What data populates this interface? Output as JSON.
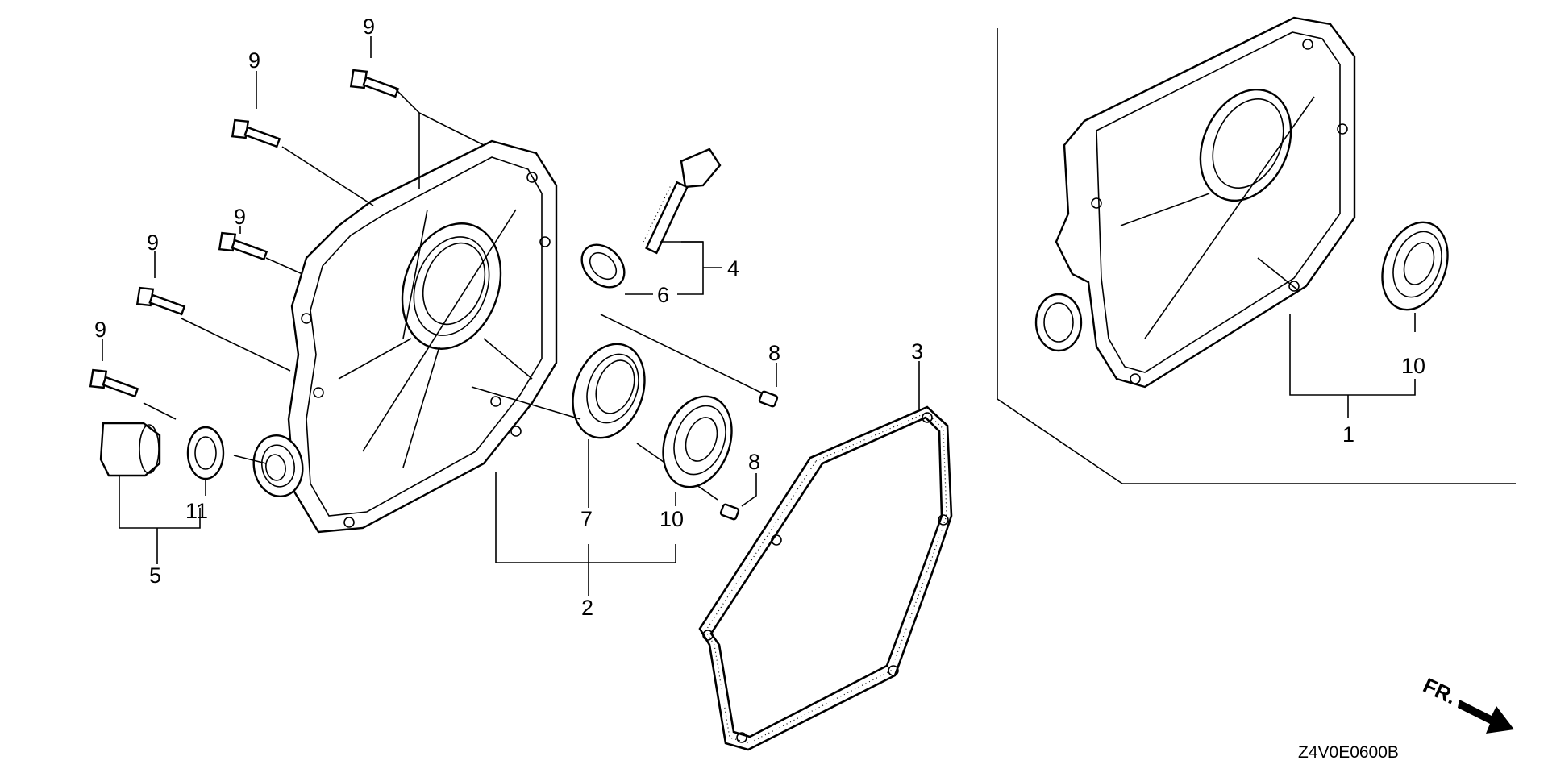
{
  "callouts": {
    "c1": "1",
    "c2": "2",
    "c3": "3",
    "c4": "4",
    "c5": "5",
    "c6": "6",
    "c7": "7",
    "c8a": "8",
    "c8b": "8",
    "c9a": "9",
    "c9b": "9",
    "c9c": "9",
    "c9d": "9",
    "c9e": "9",
    "c10a": "10",
    "c10b": "10",
    "c11": "11"
  },
  "direction_label": "FR.",
  "diagram_code": "Z4V0E0600B"
}
